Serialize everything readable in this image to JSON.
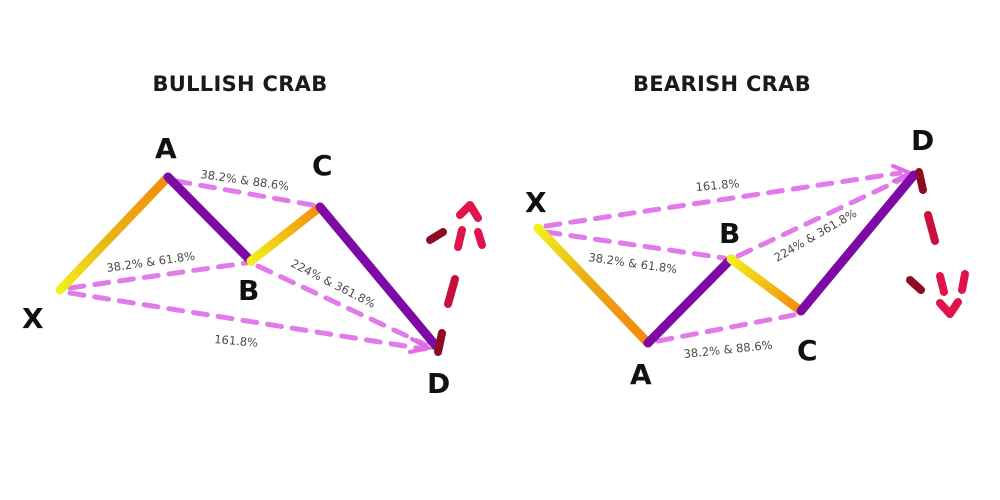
{
  "diagrams": [
    {
      "title": "BULLISH CRAB",
      "points": {
        "X": "X",
        "A": "A",
        "B": "B",
        "C": "C",
        "D": "D"
      },
      "ratios": {
        "ac": "38.2% & 88.6%",
        "xb": "38.2% & 61.8%",
        "bd": "224% & 361.8%",
        "xd": "161.8%"
      },
      "direction": "up"
    },
    {
      "title": "BEARISH CRAB",
      "points": {
        "X": "X",
        "A": "A",
        "B": "B",
        "C": "C",
        "D": "D"
      },
      "ratios": {
        "xd": "161.8%",
        "xb": "38.2% & 61.8%",
        "bd": "224% & 361.8%",
        "ac": "38.2% & 88.6%"
      },
      "direction": "down"
    }
  ],
  "colors": {
    "impulse_leg_start": "#f2ef1e",
    "impulse_leg_end": "#f28a0a",
    "corrective_leg": "#7d0aa5",
    "ratio_dash": "#df6de8",
    "arrow_dark": "#8e0b24",
    "arrow_bright": "#e0144a",
    "text": "#111111"
  }
}
